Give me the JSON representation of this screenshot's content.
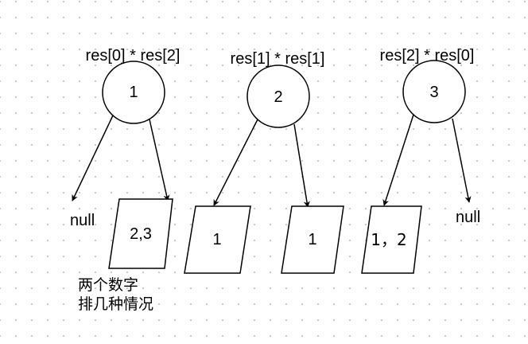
{
  "nodes": [
    {
      "value": "1",
      "formula": "res[0] * res[2]"
    },
    {
      "value": "2",
      "formula": "res[1] * res[1]"
    },
    {
      "value": "3",
      "formula": "res[2] * res[0]"
    }
  ],
  "boxes": [
    "2,3",
    "1",
    "1",
    "1，2"
  ],
  "nulls": [
    "null",
    "null"
  ],
  "note": {
    "line1": "两个数字",
    "line2": "排几种情况"
  }
}
